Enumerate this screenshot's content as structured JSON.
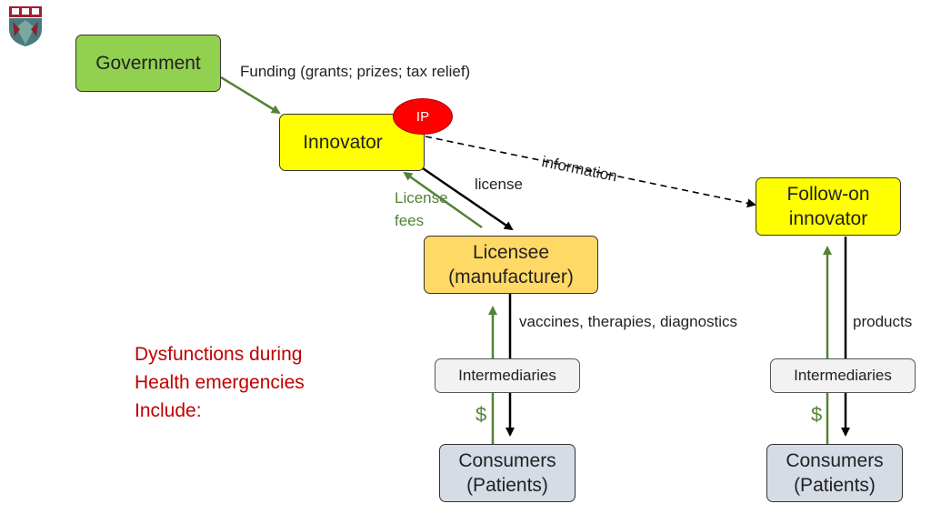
{
  "nodes": {
    "government": "Government",
    "innovator": "Innovator",
    "ip": "IP",
    "follow_on": [
      "Follow-on",
      "innovator"
    ],
    "licensee": [
      "Licensee",
      "(manufacturer)"
    ],
    "intermediaries_left": "Intermediaries",
    "intermediaries_right": "Intermediaries",
    "consumers_left": [
      "Consumers",
      "(Patients)"
    ],
    "consumers_right": [
      "Consumers",
      "(Patients)"
    ]
  },
  "edge_labels": {
    "funding": "Funding (grants; prizes; tax relief)",
    "information": "information",
    "license": "license",
    "license_fees": [
      "License",
      "fees"
    ],
    "vaccines": "vaccines, therapies, diagnostics",
    "products": "products",
    "dollar_left": "$",
    "dollar_right": "$"
  },
  "note": [
    "Dysfunctions during",
    "Health emergencies",
    "Include:"
  ],
  "colors": {
    "government": "#92d050",
    "innovator": "#ffff00",
    "ip": "#ff0000",
    "licensee": "#ffd966",
    "intermediaries": "#f2f2f2",
    "consumers": "#d6dce5",
    "money_arrow": "#548235",
    "note_text": "#c00000"
  }
}
